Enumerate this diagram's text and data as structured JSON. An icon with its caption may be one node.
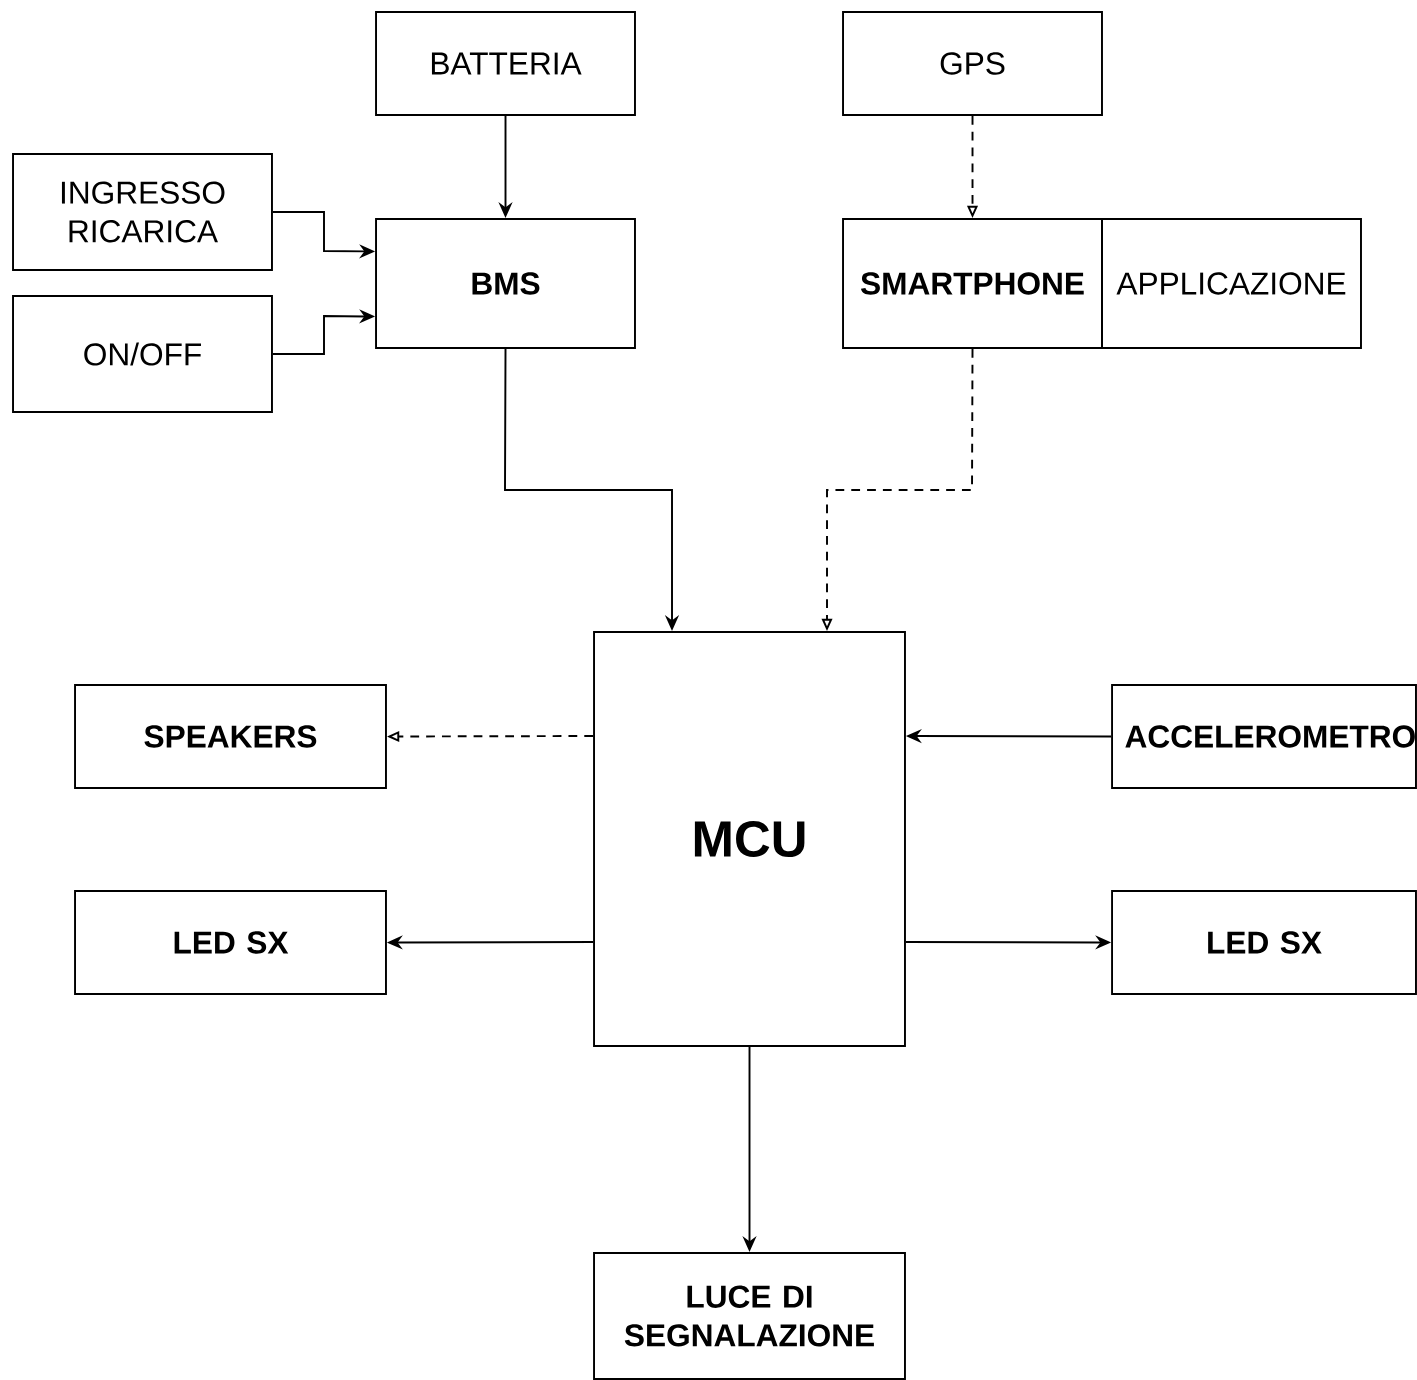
{
  "diagram": {
    "nodes": [
      {
        "text": [
          "BATTERIA"
        ]
      },
      {
        "text": [
          "GPS"
        ]
      },
      {
        "text": [
          "INGRESSO RICARICA"
        ]
      },
      {
        "text": [
          "BMS"
        ]
      },
      {
        "text": [
          "SMARTPHONE"
        ]
      },
      {
        "text": [
          "APPLICAZIONE"
        ]
      },
      {
        "text": [
          "ON/OFF"
        ]
      },
      {
        "text": [
          "SPEAKERS"
        ]
      },
      {
        "text": [
          "MCU"
        ]
      },
      {
        "text": [
          "ACCELEROMETRO"
        ]
      },
      {
        "text": [
          "LED SX"
        ]
      },
      {
        "text": [
          "LED SX"
        ]
      },
      {
        "text": [
          "LUCE DI SEGNALAZIONE"
        ]
      }
    ],
    "edges": [
      {
        "from": 0,
        "to": 3,
        "arrow": "to"
      },
      {
        "from": 1,
        "to": 4,
        "arrow": "to",
        "style": "dashed"
      },
      {
        "from": 2,
        "to": 3,
        "arrow": "to"
      },
      {
        "from": 6,
        "to": 3,
        "arrow": "to"
      },
      {
        "from": 3,
        "to": 8,
        "arrow": "to"
      },
      {
        "from": 4,
        "to": 8,
        "arrow": "to",
        "style": "dashed"
      },
      {
        "from": 8,
        "to": 7,
        "arrow": "to",
        "style": "dashed"
      },
      {
        "from": 9,
        "to": 8,
        "arrow": "to"
      },
      {
        "from": 8,
        "to": 10,
        "arrow": "to"
      },
      {
        "from": 8,
        "to": 11,
        "arrow": "to"
      },
      {
        "from": 8,
        "to": 12,
        "arrow": "to"
      }
    ]
  }
}
